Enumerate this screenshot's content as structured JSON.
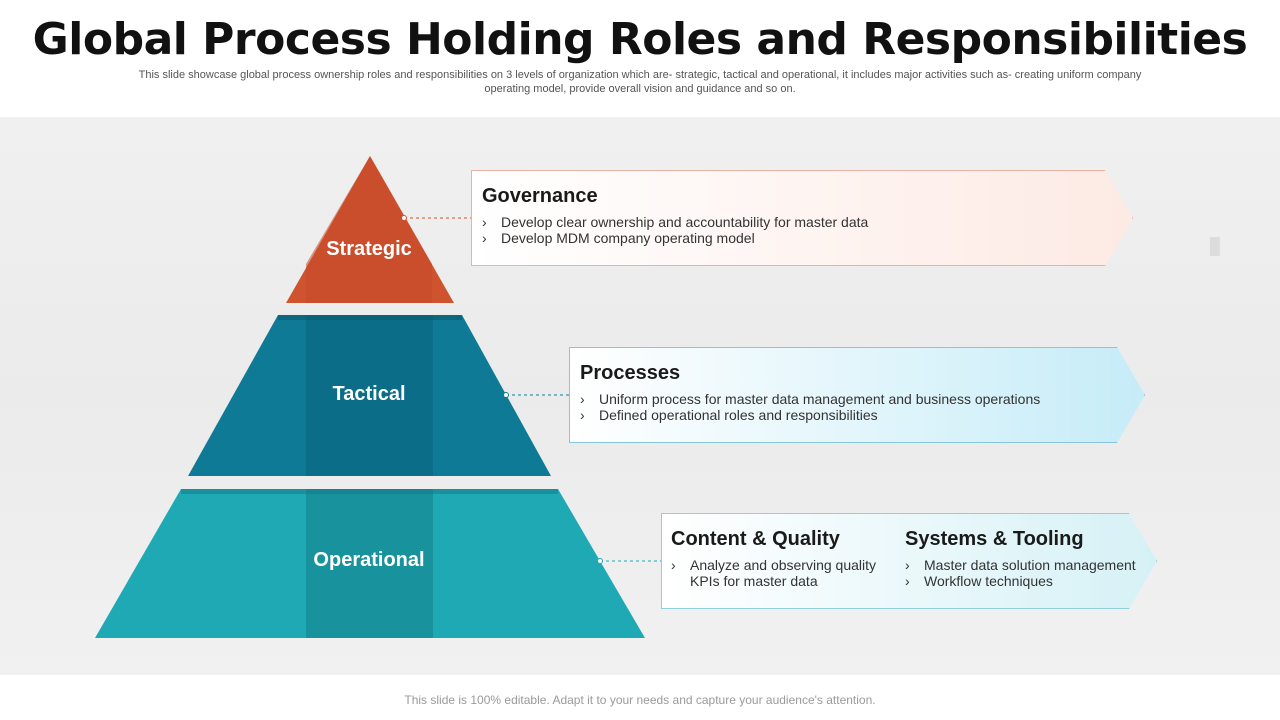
{
  "title": "Global Process Holding Roles and Responsibilities",
  "subtitle": "This slide showcase global process ownership roles and responsibilities on 3 levels of organization which are- strategic, tactical and operational, it includes major activities such as- creating uniform company operating model, provide overall vision and guidance and  so on.",
  "colors": {
    "strategic": "#d0532f",
    "tactical": "#0e7a95",
    "operational": "#1fa9b4"
  },
  "tiers": [
    {
      "label": "Strategic",
      "sections": [
        {
          "heading": "Governance",
          "bullets": [
            "Develop clear ownership and accountability for master data",
            "Develop MDM  company operating model"
          ]
        }
      ]
    },
    {
      "label": "Tactical",
      "sections": [
        {
          "heading": "Processes",
          "bullets": [
            "Uniform process for master data management and business operations",
            "Defined operational roles and responsibilities"
          ]
        }
      ]
    },
    {
      "label": "Operational",
      "sections": [
        {
          "heading": "Content & Quality",
          "bullets": [
            "Analyze and observing quality KPIs for master data"
          ]
        },
        {
          "heading": "Systems & Tooling",
          "bullets": [
            "Master data solution management",
            "Workflow techniques"
          ]
        }
      ]
    }
  ],
  "footer": "This slide is 100% editable. Adapt it to your needs and capture your audience's attention."
}
